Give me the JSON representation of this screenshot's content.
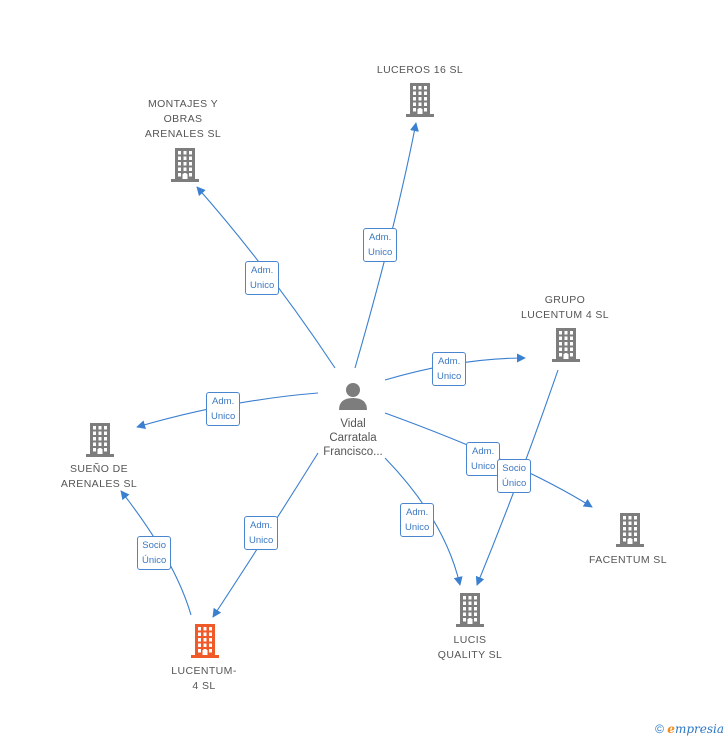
{
  "colors": {
    "edge": "#3a7fd0",
    "building": "#7d7d7d",
    "highlight": "#f05a28"
  },
  "center": {
    "id": "person",
    "lines": [
      "Vidal",
      "Carratala",
      "Francisco..."
    ]
  },
  "nodes": [
    {
      "id": "luceros",
      "lines": [
        "LUCEROS 16 SL"
      ],
      "highlight": false
    },
    {
      "id": "montajes",
      "lines": [
        "MONTAJES Y",
        "OBRAS",
        "ARENALES SL"
      ],
      "highlight": false
    },
    {
      "id": "grupo",
      "lines": [
        "GRUPO",
        "LUCENTUM 4 SL"
      ],
      "highlight": false
    },
    {
      "id": "sueno",
      "lines": [
        "SUEÑO DE",
        "ARENALES SL"
      ],
      "highlight": false
    },
    {
      "id": "facentum",
      "lines": [
        "FACENTUM SL"
      ],
      "highlight": false
    },
    {
      "id": "lucis",
      "lines": [
        "LUCIS",
        "QUALITY SL"
      ],
      "highlight": false
    },
    {
      "id": "lucentum",
      "lines": [
        "LUCENTUM-",
        "4 SL"
      ],
      "highlight": true
    }
  ],
  "edges": [
    {
      "from": "person",
      "to": "montajes",
      "label": [
        "Adm.",
        "Unico"
      ]
    },
    {
      "from": "person",
      "to": "luceros",
      "label": [
        "Adm.",
        "Unico"
      ]
    },
    {
      "from": "person",
      "to": "grupo",
      "label": [
        "Adm.",
        "Unico"
      ]
    },
    {
      "from": "person",
      "to": "sueno",
      "label": [
        "Adm.",
        "Unico"
      ]
    },
    {
      "from": "person",
      "to": "facentum",
      "label": [
        "Adm.",
        "Unico"
      ]
    },
    {
      "from": "person",
      "to": "lucis",
      "label": [
        "Adm.",
        "Unico"
      ]
    },
    {
      "from": "person",
      "to": "lucentum",
      "label": [
        "Adm.",
        "Unico"
      ]
    },
    {
      "from": "grupo",
      "to": "lucis",
      "label": [
        "Socio",
        "Único"
      ]
    },
    {
      "from": "lucentum",
      "to": "sueno",
      "label": [
        "Socio",
        "Único"
      ]
    }
  ],
  "footer": {
    "copyright": "©",
    "brand_initial": "e",
    "brand_rest": "mpresia"
  }
}
